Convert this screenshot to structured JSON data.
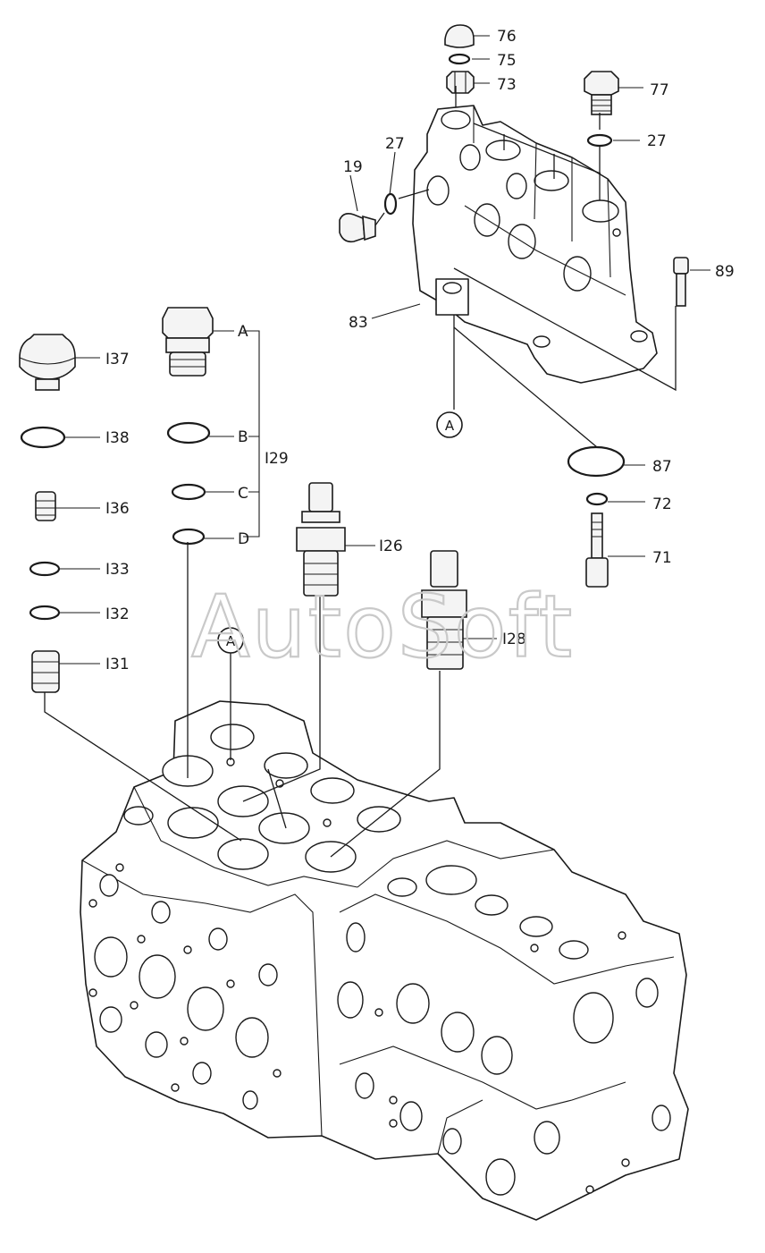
{
  "watermark": "AutoSoft",
  "part_labels": {
    "p76": "76",
    "p75": "75",
    "p73": "73",
    "p77": "77",
    "p27a": "27",
    "p27b": "27",
    "p19": "19",
    "p89": "89",
    "p83": "83",
    "p87": "87",
    "p72": "72",
    "p71": "71",
    "p137": "I37",
    "p138": "I38",
    "p136": "I36",
    "p133": "I33",
    "p132": "I32",
    "p131": "I31",
    "p129": "I29",
    "p126": "I26",
    "p128": "I28"
  },
  "kit_letters": {
    "a": "A",
    "b": "B",
    "c": "C",
    "d": "D"
  },
  "reference_markers": {
    "upper": "A",
    "lower": "A"
  }
}
